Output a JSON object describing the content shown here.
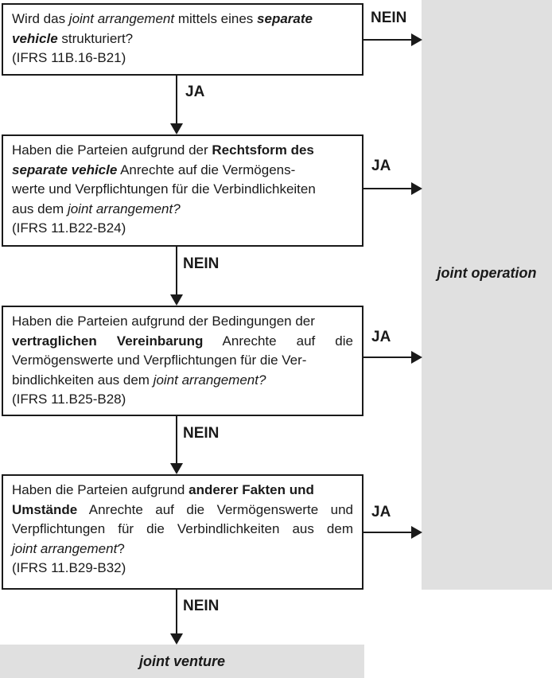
{
  "colors": {
    "panel": "#e0e0e0",
    "line": "#1a1a1a",
    "text": "#1a1a1a",
    "background": "#ffffff"
  },
  "edge_labels": {
    "q1_right": "NEIN",
    "q1_down": "JA",
    "q2_right": "JA",
    "q2_down": "NEIN",
    "q3_right": "JA",
    "q3_down": "NEIN",
    "q4_right": "JA",
    "q4_down": "NEIN"
  },
  "outcomes": {
    "joint_operation": "joint operation",
    "joint_venture": "joint venture"
  },
  "boxes": [
    {
      "id": "q1",
      "ref": "(IFRS 11B.16-B21)",
      "lines": [
        {
          "segs": [
            {
              "t": "Wird das ",
              "s": ""
            },
            {
              "t": "joint arrangement",
              "s": "i"
            },
            {
              "t": " mittels eines ",
              "s": ""
            },
            {
              "t": "separate",
              "s": "bi"
            }
          ]
        },
        {
          "segs": [
            {
              "t": "vehicle",
              "s": "bi"
            },
            {
              "t": " strukturiert?",
              "s": ""
            }
          ]
        }
      ]
    },
    {
      "id": "q2",
      "ref": "(IFRS 11.B22-B24)",
      "lines": [
        {
          "segs": [
            {
              "t": "Haben die Parteien aufgrund der ",
              "s": ""
            },
            {
              "t": "Rechtsform des",
              "s": "b"
            }
          ]
        },
        {
          "segs": [
            {
              "t": "separate vehicle",
              "s": "bi"
            },
            {
              "t": " Anrechte auf die Vermögens-",
              "s": ""
            }
          ]
        },
        {
          "segs": [
            {
              "t": "werte und Verpflichtungen für die Verbindlichkeiten",
              "s": ""
            }
          ]
        },
        {
          "segs": [
            {
              "t": "aus dem ",
              "s": ""
            },
            {
              "t": "joint arrangement?",
              "s": "i"
            }
          ]
        }
      ]
    },
    {
      "id": "q3",
      "ref": "(IFRS 11.B25-B28)",
      "lines": [
        {
          "segs": [
            {
              "t": "Haben die Parteien aufgrund der Bedingungen der",
              "s": ""
            }
          ]
        },
        {
          "j": true,
          "segs": [
            {
              "t": "vertraglichen Vereinbarung",
              "s": "b"
            },
            {
              "t": " Anrechte auf die",
              "s": ""
            }
          ]
        },
        {
          "segs": [
            {
              "t": "Vermögenswerte und Verpflichtungen für die Ver-",
              "s": ""
            }
          ]
        },
        {
          "segs": [
            {
              "t": "bindlichkeiten aus dem ",
              "s": ""
            },
            {
              "t": "joint arrangement?",
              "s": "i"
            }
          ]
        }
      ]
    },
    {
      "id": "q4",
      "ref": "(IFRS 11.B29-B32)",
      "lines": [
        {
          "segs": [
            {
              "t": "Haben die Parteien aufgrund ",
              "s": ""
            },
            {
              "t": "anderer Fakten und",
              "s": "b"
            }
          ]
        },
        {
          "j": true,
          "segs": [
            {
              "t": "Umstände",
              "s": "b"
            },
            {
              "t": " Anrechte auf die Vermögenswerte und",
              "s": ""
            }
          ]
        },
        {
          "j": true,
          "segs": [
            {
              "t": "Verpflichtungen für die Verbindlichkeiten aus dem",
              "s": ""
            }
          ]
        },
        {
          "segs": [
            {
              "t": "joint arrangement",
              "s": "i"
            },
            {
              "t": "?",
              "s": ""
            }
          ]
        }
      ]
    }
  ]
}
